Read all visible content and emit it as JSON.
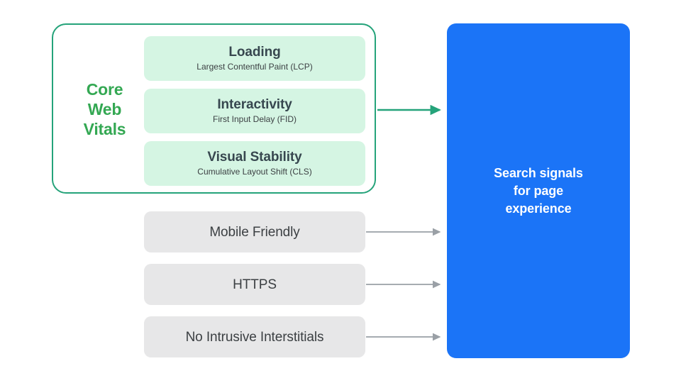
{
  "diagram": {
    "title_group": {
      "label_lines": [
        "Core",
        "Web",
        "Vitals"
      ],
      "accent_color": "#34a853",
      "border_color": "#25a37a"
    },
    "core_web_vitals": [
      {
        "title": "Loading",
        "subtitle": "Largest Contentful Paint (LCP)",
        "fill_color": "#d5f5e3"
      },
      {
        "title": "Interactivity",
        "subtitle": "First Input Delay (FID)",
        "fill_color": "#d5f5e3"
      },
      {
        "title": "Visual Stability",
        "subtitle": "Cumulative Layout Shift (CLS)",
        "fill_color": "#d5f5e3"
      }
    ],
    "other_signals": [
      {
        "title": "Mobile Friendly",
        "fill_color": "#e7e7e8"
      },
      {
        "title": "HTTPS",
        "fill_color": "#e7e7e8"
      },
      {
        "title": "No Intrusive Interstitials",
        "fill_color": "#e7e7e8"
      }
    ],
    "outcome": {
      "text": "Search signals\nfor page\nexperience",
      "fill_color": "#1b74f7",
      "text_color": "#ffffff"
    },
    "connectors": [
      {
        "name": "core-web-vitals-arrow",
        "color": "#25a37a"
      },
      {
        "name": "mobile-friendly-arrow",
        "color": "#9aa0a6"
      },
      {
        "name": "https-arrow",
        "color": "#9aa0a6"
      },
      {
        "name": "no-intrusive-interstitials-arrow",
        "color": "#9aa0a6"
      }
    ]
  }
}
